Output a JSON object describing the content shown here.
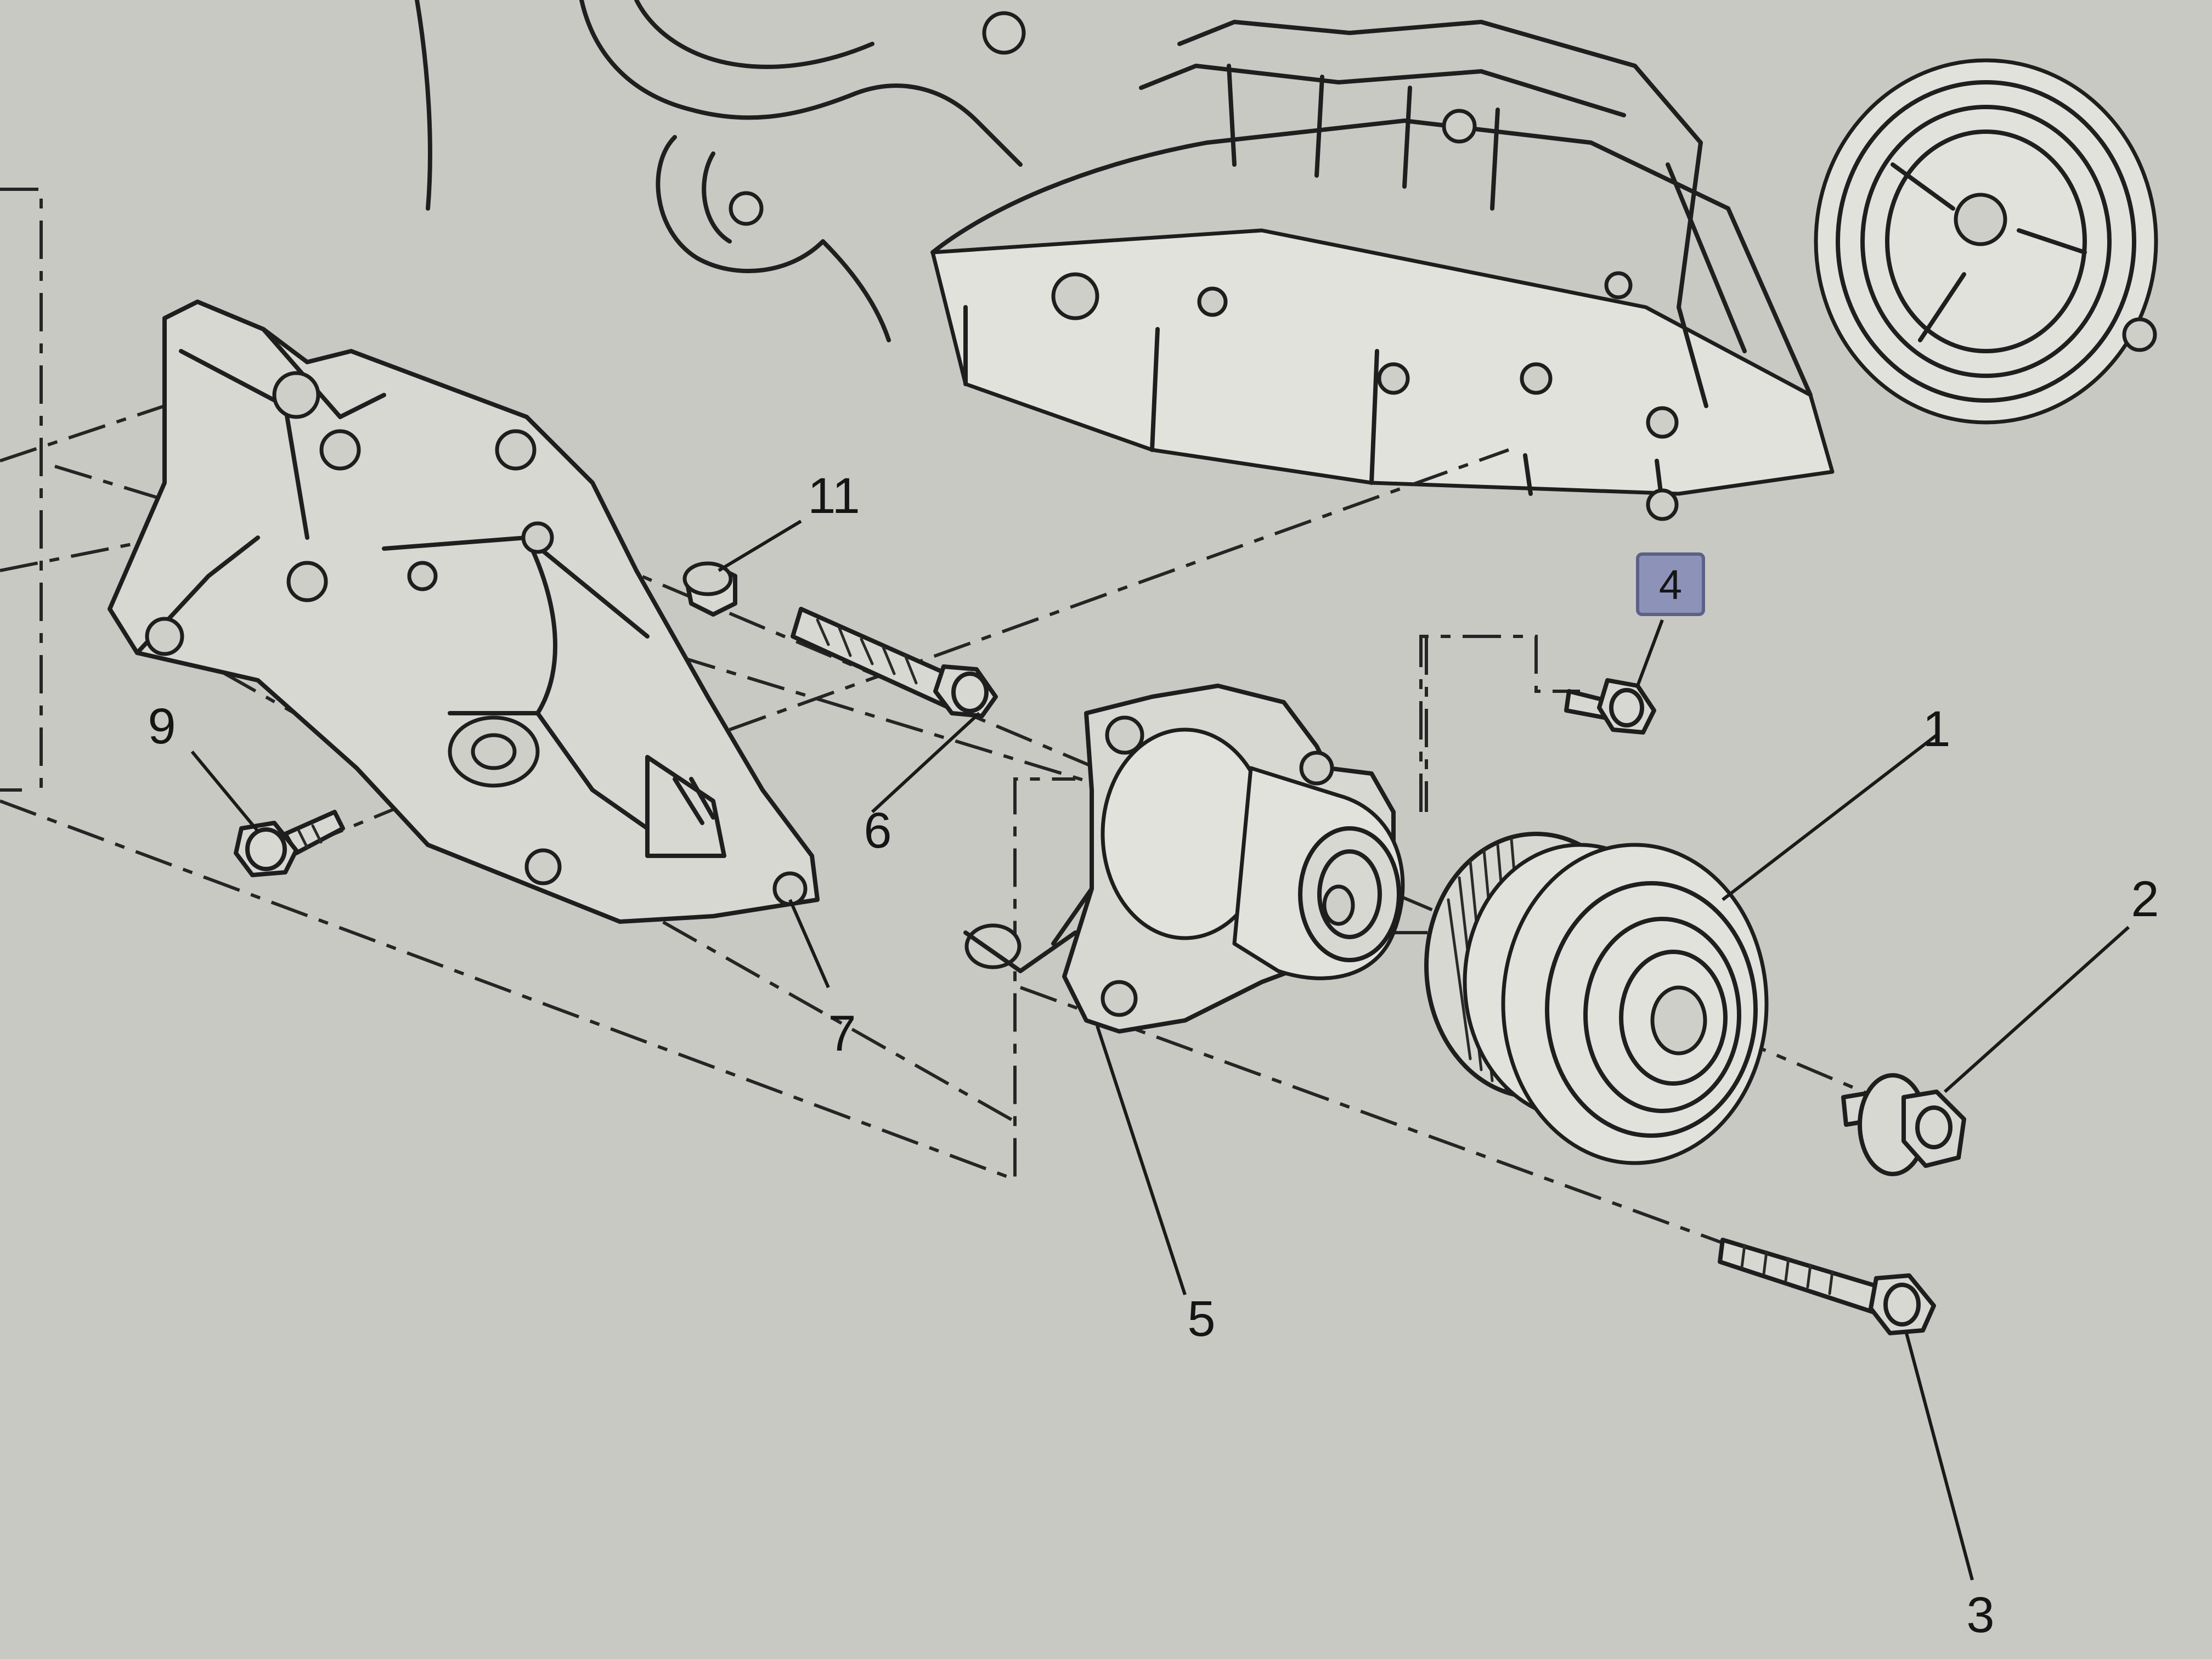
{
  "diagram": {
    "callouts": [
      {
        "id": "c1",
        "label": "1"
      },
      {
        "id": "c2",
        "label": "2"
      },
      {
        "id": "c3",
        "label": "3"
      },
      {
        "id": "c4",
        "label": "4",
        "highlighted": true
      },
      {
        "id": "c5",
        "label": "5"
      },
      {
        "id": "c6",
        "label": "6"
      },
      {
        "id": "c7",
        "label": "7"
      },
      {
        "id": "c9",
        "label": "9"
      },
      {
        "id": "c11",
        "label": "11"
      }
    ],
    "colors": {
      "background": "#c9c9c4",
      "ink": "#1f1f1f",
      "highlight_fill": "#8d92b8",
      "highlight_stroke": "#5c6188"
    }
  }
}
